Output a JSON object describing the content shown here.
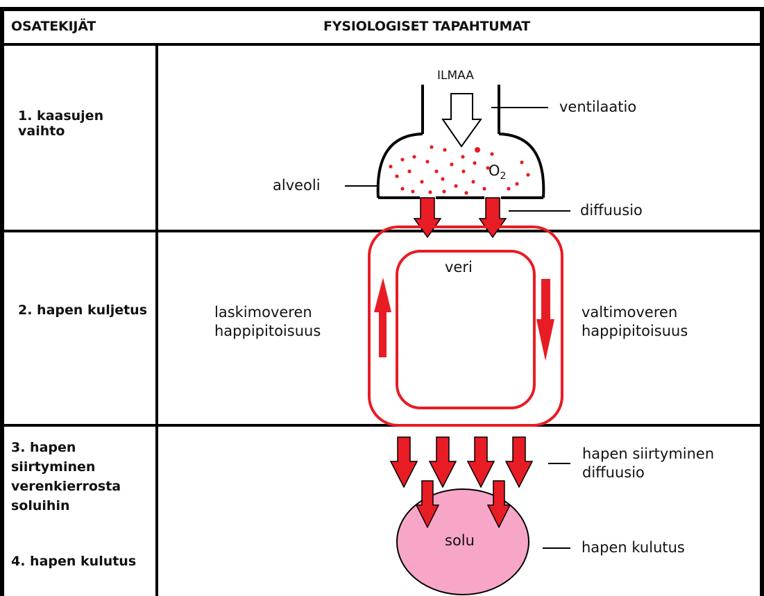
{
  "header": {
    "col1": "OSATEKIJÄT",
    "col2": "FYSIOLOGISET TAPAHTUMAT"
  },
  "rows": {
    "row1": "1. kaasujen vaihto",
    "row2": "2. hapen kuljetus",
    "row3": "3. hapen siirtyminen verenkierrosta soluihin",
    "row4": "4. hapen kulutus"
  },
  "labels": {
    "ilmaa": "ILMAA",
    "ventilaatio": "ventilaatio",
    "alveoli": "alveoli",
    "o2": "O2",
    "diffuusio": "diffuusio",
    "veri": "veri",
    "laskimoveren": "laskimoveren happipitoisuus",
    "valtimoveren": "valtimoveren happipitoisuus",
    "hapen_siirtyminen": "hapen siirtyminen diffuusio",
    "solu": "solu",
    "hapen_kulutus": "hapen kulutus"
  },
  "colors": {
    "arrow_red": "#e81c24",
    "dot_red": "#e81c24",
    "cell_pink": "#f7a6c8",
    "line": "#000000"
  }
}
